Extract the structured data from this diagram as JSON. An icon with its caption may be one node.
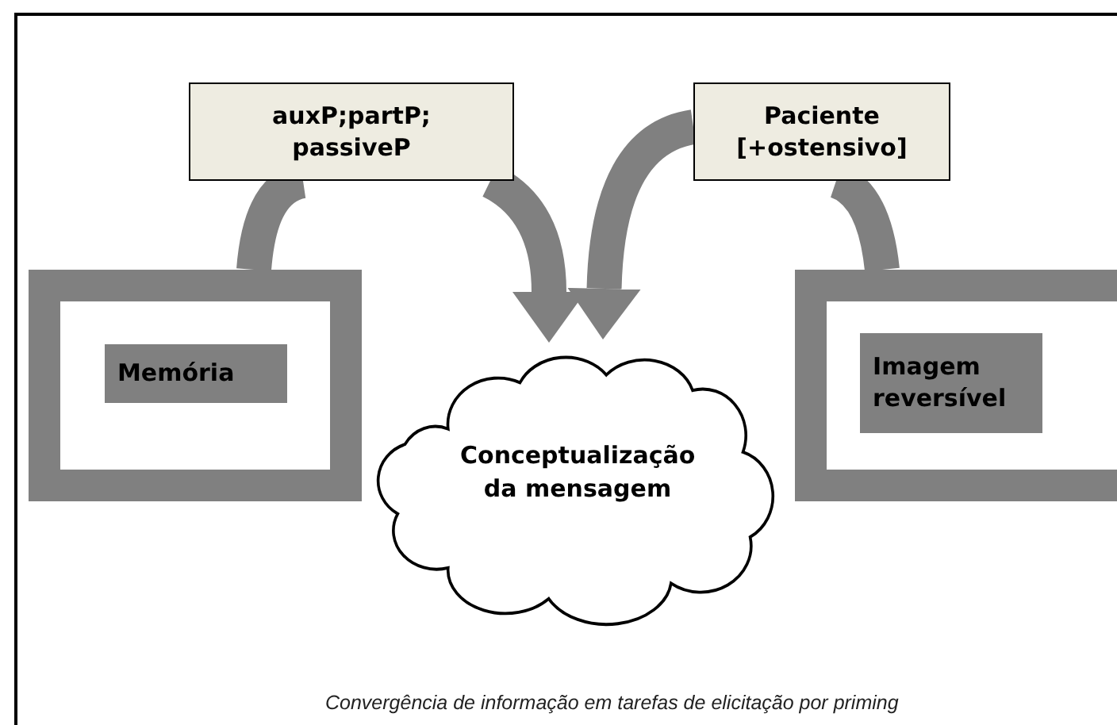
{
  "diagram": {
    "caption": "Convergência  de informação em tarefas de elicitação por priming",
    "nodes": [
      {
        "text": [],
        "shape": "box"
      },
      {
        "text": [
          "Memória"
        ],
        "in": 0
      },
      {
        "text": [],
        "shape": "box"
      },
      {
        "text": [
          "Imagem reversível"
        ],
        "in": 2
      },
      {
        "text": [
          "auxP;partP; passiveP"
        ]
      },
      {
        "text": [
          "Paciente [+ostensivo]"
        ]
      },
      {
        "text": [
          "Conceptualização da mensagem"
        ]
      }
    ],
    "edges": [
      {
        "from": 0,
        "to": 4,
        "arrow": "none"
      },
      {
        "from": 4,
        "to": 6,
        "arrow": "to"
      },
      {
        "from": 5,
        "to": 6,
        "arrow": "to"
      },
      {
        "from": 2,
        "to": 5,
        "arrow": "none"
      }
    ]
  }
}
